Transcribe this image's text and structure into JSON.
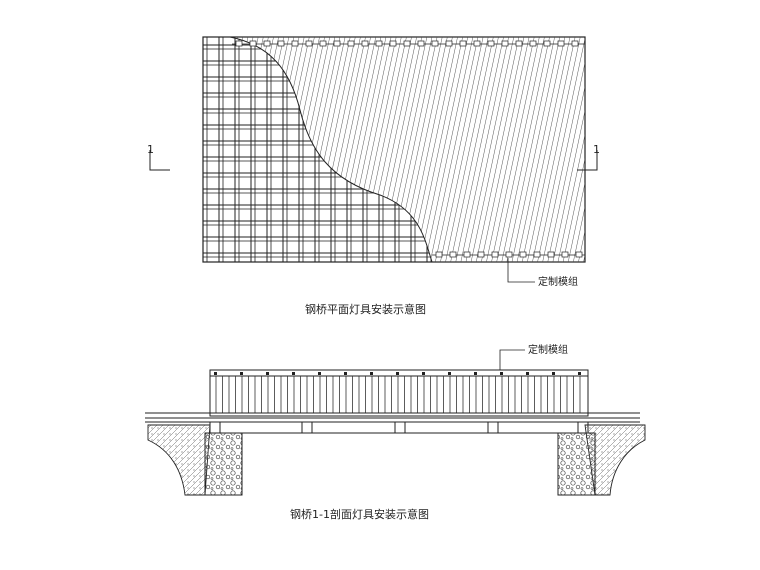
{
  "plan": {
    "title": "钢桥平面灯具安装示意图",
    "callout": "定制模组",
    "section_mark_left": "1",
    "section_mark_right": "1"
  },
  "section": {
    "title": "钢桥1-1剖面灯具安装示意图",
    "callout": "定制模组"
  },
  "colors": {
    "line": "#222222",
    "hatch": "#555555",
    "background": "#ffffff"
  }
}
